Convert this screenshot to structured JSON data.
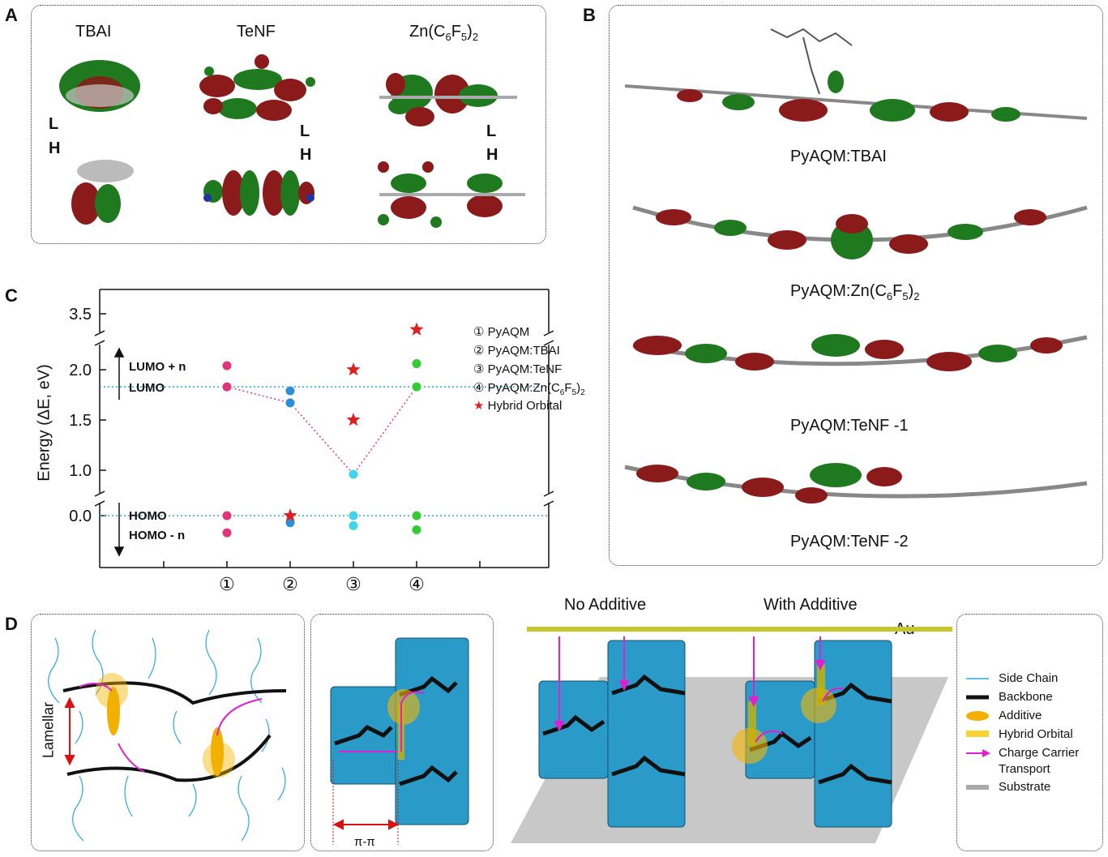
{
  "panels": {
    "a": "A",
    "b": "B",
    "c": "C",
    "d": "D"
  },
  "panelA": {
    "titles": [
      "TBAI",
      "TeNF",
      "Zn(C6F5)2"
    ],
    "labels": {
      "l": "L",
      "h": "H"
    }
  },
  "panelB": {
    "captions": [
      "PyAQM:TBAI",
      "PyAQM:Zn(C6F5)2",
      "PyAQM:TeNF -1",
      "PyAQM:TeNF -2"
    ]
  },
  "chart_data": {
    "type": "scatter",
    "ylabel": "Energy (ΔE, eV)",
    "x_ticks": [
      "①",
      "②",
      "③",
      "④"
    ],
    "y_ticks_upper": [
      "1.0",
      "1.5",
      "2.0"
    ],
    "y_tick_top": "3.5",
    "y_tick_lower": "0.0",
    "level_labels": {
      "lumo_n": "LUMO + n",
      "lumo": "LUMO",
      "homo": "HOMO",
      "homo_n": "HOMO - n"
    },
    "lumo_level": 1.83,
    "homo_level": 0.0,
    "series": [
      {
        "name": "PyAQM",
        "color": "#e0357a",
        "x": 1,
        "points": [
          2.04,
          1.83,
          0.0,
          -0.17
        ]
      },
      {
        "name": "PyAQM:TBAI",
        "color": "#2e8fd8",
        "x": 2,
        "points": [
          1.79,
          1.67,
          -0.07
        ]
      },
      {
        "name": "PyAQM:TeNF",
        "color": "#3fd4ea",
        "x": 3,
        "points": [
          0.96,
          0.0,
          -0.1
        ]
      },
      {
        "name": "PyAQM:Zn(C6F5)2",
        "color": "#33cc33",
        "x": 4,
        "points": [
          2.06,
          1.83,
          0.0,
          -0.14
        ]
      }
    ],
    "hybrid_orbitals": [
      {
        "x": 2,
        "y": 0.0
      },
      {
        "x": 3,
        "y": 2.0
      },
      {
        "x": 3,
        "y": 1.5
      },
      {
        "x": 4,
        "y": 3.35
      }
    ],
    "legend": [
      "① PyAQM",
      "② PyAQM:TBAI",
      "③ PyAQM:TeNF",
      "④ PyAQM:Zn(C6F5)2",
      "Hybrid Orbital"
    ]
  },
  "panelD": {
    "lamellar": "Lamellar",
    "pipi": "π-π",
    "no_additive": "No Additive",
    "with_additive": "With Additive",
    "au": "Au",
    "legend": [
      "Side Chain",
      "Backbone",
      "Additive",
      "Hybrid Orbital",
      "Charge Carrier",
      "Transport",
      "Substrate"
    ]
  }
}
